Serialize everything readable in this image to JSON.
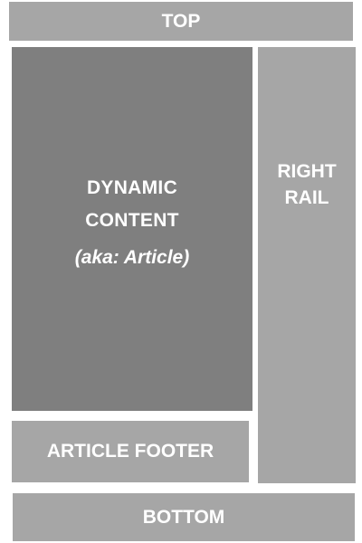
{
  "layout_regions": {
    "top": {
      "label": "TOP"
    },
    "main": {
      "line1": "DYNAMIC",
      "line2": "CONTENT",
      "subtitle": "(aka: Article)"
    },
    "right_rail": {
      "line1": "RIGHT",
      "line2": "RAIL"
    },
    "article_footer": {
      "label": "ARTICLE FOOTER"
    },
    "bottom": {
      "label": "BOTTOM"
    }
  },
  "colors": {
    "light_box": "#a6a6a6",
    "dark_box": "#7f7f7f",
    "text": "#ffffff",
    "background": "#ffffff"
  }
}
